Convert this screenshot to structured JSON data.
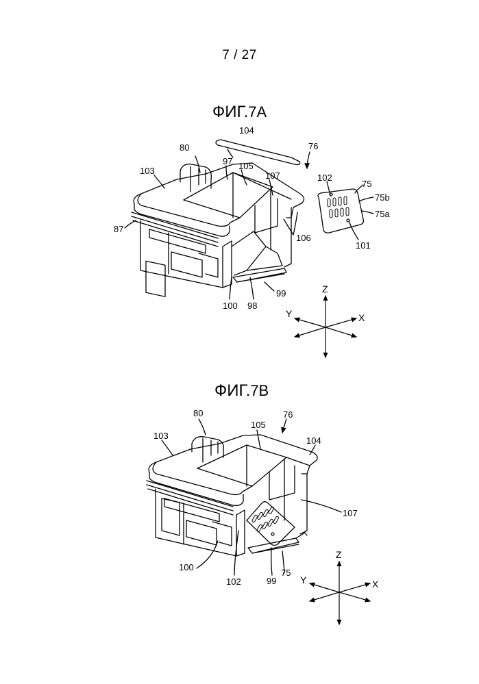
{
  "page": {
    "number": "7 / 27"
  },
  "figures": [
    {
      "id": "7A",
      "title_prefix": "ФИГ.",
      "title_suffix": "7A",
      "labels": {
        "l104": "104",
        "l76": "76",
        "l80": "80",
        "l103": "103",
        "l97": "97",
        "l105": "105",
        "l107": "107",
        "l102": "102",
        "l75": "75",
        "l75b": "75b",
        "l75a": "75a",
        "l87": "87",
        "l106": "106",
        "l101": "101",
        "l99": "99",
        "l100": "100",
        "l98": "98"
      },
      "axes": {
        "z": "Z",
        "y": "Y",
        "x": "X"
      }
    },
    {
      "id": "7B",
      "title_prefix": "ФИГ.",
      "title_suffix": "7B",
      "labels": {
        "l80": "80",
        "l76": "76",
        "l105": "105",
        "l103": "103",
        "l104": "104",
        "l107": "107",
        "l100": "100",
        "l102": "102",
        "l99": "99",
        "l75": "75"
      },
      "axes": {
        "z": "Z",
        "y": "Y",
        "x": "X"
      }
    }
  ],
  "colors": {
    "ink": "#000000",
    "paper": "#ffffff"
  }
}
